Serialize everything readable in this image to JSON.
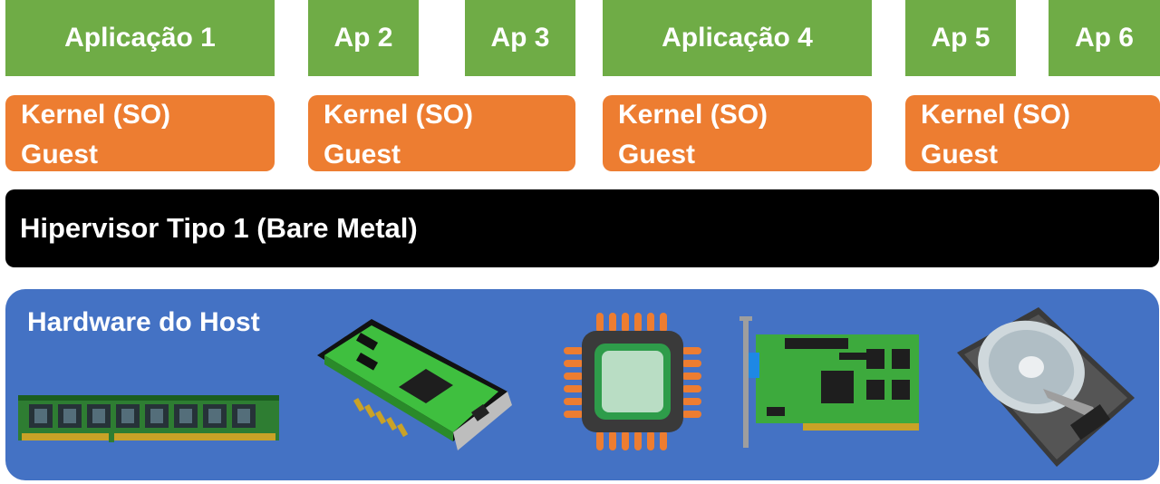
{
  "applications": [
    {
      "label": "Aplicação 1"
    },
    {
      "label": "Ap 2"
    },
    {
      "label": "Ap 3"
    },
    {
      "label": "Aplicação 4"
    },
    {
      "label": "Ap 5"
    },
    {
      "label": "Ap 6"
    }
  ],
  "kernels": [
    {
      "line1": "Kernel (SO)",
      "line2": "Guest"
    },
    {
      "line1": "Kernel (SO)",
      "line2": "Guest"
    },
    {
      "line1": "Kernel (SO)",
      "line2": "Guest"
    },
    {
      "line1": "Kernel (SO)",
      "line2": "Guest"
    }
  ],
  "hypervisor": {
    "label": "Hipervisor Tipo 1 (Bare Metal)"
  },
  "hardware": {
    "title": "Hardware do Host",
    "icons": [
      "ram-module-icon",
      "network-card-icon",
      "cpu-chip-icon",
      "expansion-card-icon",
      "hard-disk-icon"
    ]
  },
  "colors": {
    "application": "#6fac46",
    "kernel": "#ed7d31",
    "hypervisor": "#000000",
    "hardware": "#4472c4",
    "text": "#ffffff"
  }
}
